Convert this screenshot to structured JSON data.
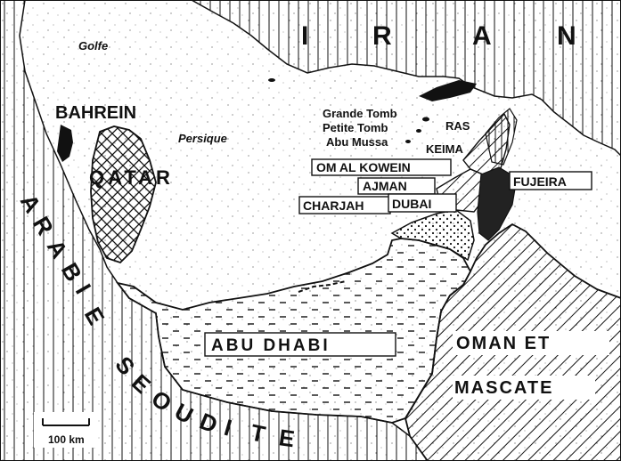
{
  "labels": {
    "iran_letters": [
      "I",
      "R",
      "A",
      "N"
    ],
    "golfe": "Golfe",
    "persique": "Persique",
    "bahrein": "BAHREIN",
    "qatar": "QATAR",
    "grande_tomb": "Grande Tomb",
    "petite_tomb": "Petite Tomb",
    "abu_mussa": "Abu Mussa",
    "ras": "RAS",
    "keima": "KEIMA",
    "om_al_kowein": "OM AL KOWEIN",
    "ajman": "AJMAN",
    "fujeira": "FUJEIRA",
    "charjah": "CHARJAH",
    "dubai": "DUBAI",
    "abu_dhabi": "ABU DHABI",
    "oman_line1": "OMAN ET",
    "oman_line2": "MASCATE",
    "arabie_letters": [
      "A",
      "R",
      "A",
      "B",
      "I",
      "E"
    ],
    "seoudite_letters": [
      "S",
      "E",
      "O",
      "U",
      "D",
      "I",
      "T",
      "E"
    ]
  },
  "scale": {
    "label": "100 km"
  },
  "colors": {
    "ink": "#111111",
    "paper": "#ffffff"
  }
}
